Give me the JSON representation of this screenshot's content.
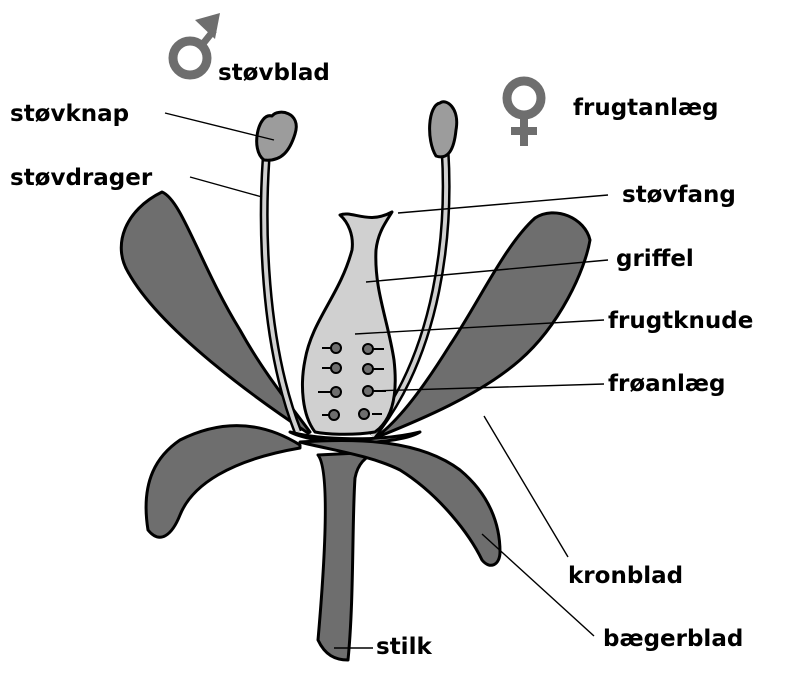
{
  "labels": {
    "stamen": "støvblad",
    "pistil": "frugtanlæg",
    "anther": "støvknap",
    "filament": "støvdrager",
    "stigma": "støvfang",
    "style": "griffel",
    "ovary": "frugtknude",
    "ovule": "frøanlæg",
    "petal": "kronblad",
    "sepal": "bægerblad",
    "stem": "stilk"
  },
  "colors": {
    "dark_gray": "#6e6e6e",
    "mid_gray": "#9c9c9c",
    "light_gray": "#d0d0d0",
    "outline": "#000000"
  },
  "icons": {
    "stamen_symbol": "male-symbol-icon",
    "pistil_symbol": "female-symbol-icon"
  }
}
